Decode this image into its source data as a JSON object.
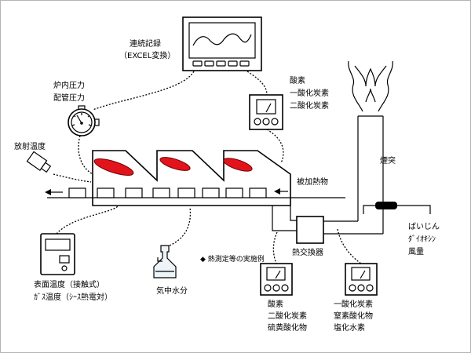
{
  "recorder": {
    "title": "連続記録",
    "subtitle": "（EXCEL変換）"
  },
  "pressure": {
    "line1": "炉内圧力",
    "line2": "配管圧力"
  },
  "analyzer_top": {
    "items": [
      "酸素",
      "一酸化炭素",
      "二酸化炭素"
    ]
  },
  "radiation_thermometer": {
    "label": "放射温度"
  },
  "furnace": {
    "workpiece_label": "被加熱物"
  },
  "chimney": {
    "label": "煙突",
    "measurements": [
      "ばいじん",
      "ﾀﾞｲｵｷｼﾝ",
      "風量"
    ]
  },
  "heat_exchanger": {
    "label": "熱交換器"
  },
  "caption": "◆ 熱測定等の実施例",
  "surface_thermometer": {
    "line1": "表面温度（接触式）",
    "line2": "ｶﾞｽ温度（ｼｰｽ熱電対）"
  },
  "humidity": {
    "label": "気中水分"
  },
  "analyzer_bottom_left": {
    "items": [
      "酸素",
      "二酸化炭素",
      "硫黄酸化物"
    ]
  },
  "analyzer_bottom_right": {
    "items": [
      "一酸化炭素",
      "窒素酸化物",
      "塩化水素"
    ]
  },
  "colors": {
    "flame": "#e3131b",
    "flame_outline": "#6a0000",
    "border": "#b4b4b4",
    "bottle": "#eef5f8"
  }
}
